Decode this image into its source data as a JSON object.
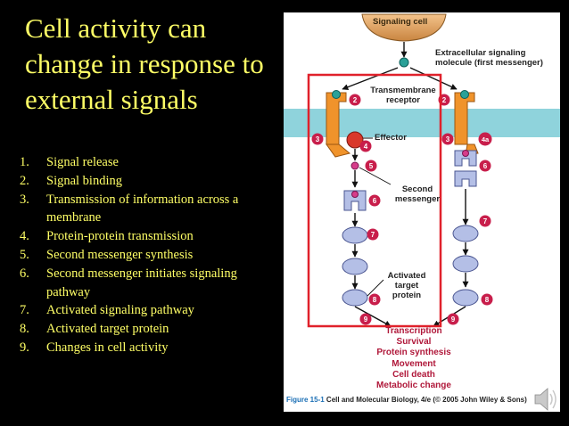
{
  "slide": {
    "title": "Cell activity can change in response to external signals",
    "steps": [
      {
        "num": "1.",
        "text": "Signal release"
      },
      {
        "num": "2.",
        "text": "Signal binding"
      },
      {
        "num": "3.",
        "text": "Transmission of information across a membrane"
      },
      {
        "num": "4.",
        "text": "Protein-protein transmission"
      },
      {
        "num": "5.",
        "text": "Second messenger synthesis"
      },
      {
        "num": "6.",
        "text": "Second messenger initiates signaling pathway"
      },
      {
        "num": "7.",
        "text": "Activated signaling pathway"
      },
      {
        "num": "8.",
        "text": "Activated target protein"
      },
      {
        "num": "9.",
        "text": "Changes in cell activity"
      }
    ]
  },
  "figure": {
    "labels": {
      "signaling_cell": "Signaling cell",
      "first_messenger": "Extracellular signaling molecule (first messenger)",
      "receptor": "Transmembrane receptor",
      "effector": "Effector",
      "second_messenger": "Second messenger",
      "target": "Activated target protein"
    },
    "step_badges": [
      "2",
      "2",
      "3",
      "3",
      "4",
      "4a",
      "5",
      "6",
      "6",
      "7",
      "7",
      "8",
      "8",
      "9",
      "9"
    ],
    "outcomes": [
      "Transcription",
      "Survival",
      "Protein synthesis",
      "Movement",
      "Cell death",
      "Metabolic change"
    ],
    "caption_fig": "Figure 15-1",
    "caption_rest": "Cell and Molecular Biology, 4/e (© 2005 John Wiley & Sons)",
    "colors": {
      "title_text": "#ffff66",
      "membrane": "#8fd3dc",
      "receptor": "#f0932b",
      "effector": "#d9382b",
      "badge": "#c81e4b",
      "protein": "#b4bfe6",
      "highlight_box": "#e0212b",
      "outcome_text": "#b0183a"
    },
    "icons": [
      "speaker-icon"
    ]
  }
}
